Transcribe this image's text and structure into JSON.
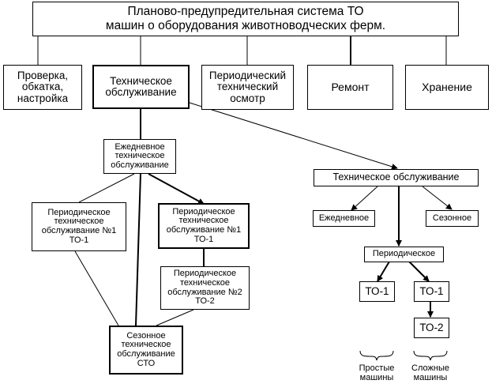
{
  "title": "Планово-предупредительная система ТО\nмашин о оборудования животноводческих ферм.",
  "top_row": {
    "check": "Проверка,\nобкатка,\nнастройка",
    "maintenance": "Техническое\nобслуживание",
    "periodic_inspection": "Периодический\nтехнический\nосмотр",
    "repair": "Ремонт",
    "storage": "Хранение"
  },
  "left_branch": {
    "daily": "Ежедневное\nтехническое\nобслуживание",
    "to1_left": "Периодическое\nтехническое\nобслуживание №1\nТО-1",
    "to1_right": "Периодическое\nтехническое\nобслуживание №1\nТО-1",
    "to2": "Периодическое\nтехническое\nобслуживание №2\nТО-2",
    "seasonal": "Сезонное\nтехническое\nобслуживание\nСТО"
  },
  "right_branch": {
    "maintenance": "Техническое обслуживание",
    "daily": "Ежедневное",
    "seasonal": "Сезонное",
    "periodic": "Периодическое",
    "to1_simple": "ТО-1",
    "to1_complex": "ТО-1",
    "to2_complex": "ТО-2",
    "simple_machines": "Простые\nмашины",
    "complex_machines": "Сложные\nмашины"
  }
}
